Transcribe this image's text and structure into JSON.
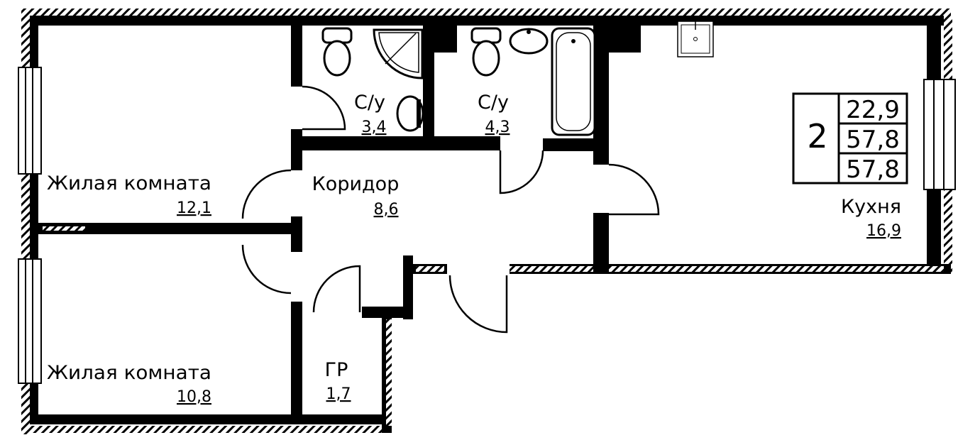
{
  "rooms": {
    "living1": {
      "name": "Жилая комната",
      "area": "12,1"
    },
    "living2": {
      "name": "Жилая комната",
      "area": "10,8"
    },
    "bath1": {
      "name": "С/у",
      "area": "3,4"
    },
    "bath2": {
      "name": "С/у",
      "area": "4,3"
    },
    "corridor": {
      "name": "Коридор",
      "area": "8,6"
    },
    "kitchen": {
      "name": "Кухня",
      "area": "16,9"
    },
    "wardrobe": {
      "name": "ГР",
      "area": "1,7"
    }
  },
  "summary": {
    "rooms_count": "2",
    "living_area": "22,9",
    "total_area": "57,8",
    "total_area_with_balcony": "57,8"
  }
}
